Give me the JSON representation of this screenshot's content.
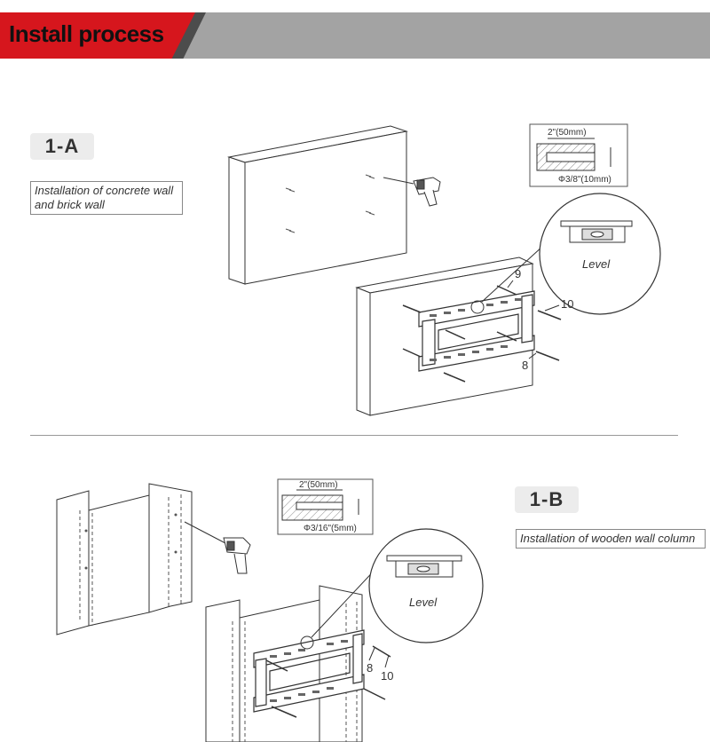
{
  "header": {
    "title": "Install process",
    "accent_color": "#d6161d",
    "bar_color": "#a3a3a3"
  },
  "section_a": {
    "step": "1-A",
    "desc_line1": "Installation of concrete wall",
    "desc_line2": "and brick wall",
    "hole_depth": "2\"(50mm)",
    "hole_diameter": "Φ3/8\"(10mm)",
    "level_label": "Level",
    "part_9": "9",
    "part_10": "10",
    "part_8": "8"
  },
  "section_b": {
    "step": "1-B",
    "desc": "Installation of wooden wall column",
    "hole_depth": "2\"(50mm)",
    "hole_diameter": "Φ3/16\"(5mm)",
    "level_label": "Level",
    "part_8": "8",
    "part_10": "10"
  },
  "icons": [
    "drill-icon",
    "level-icon",
    "wall-mount-bracket-icon"
  ]
}
